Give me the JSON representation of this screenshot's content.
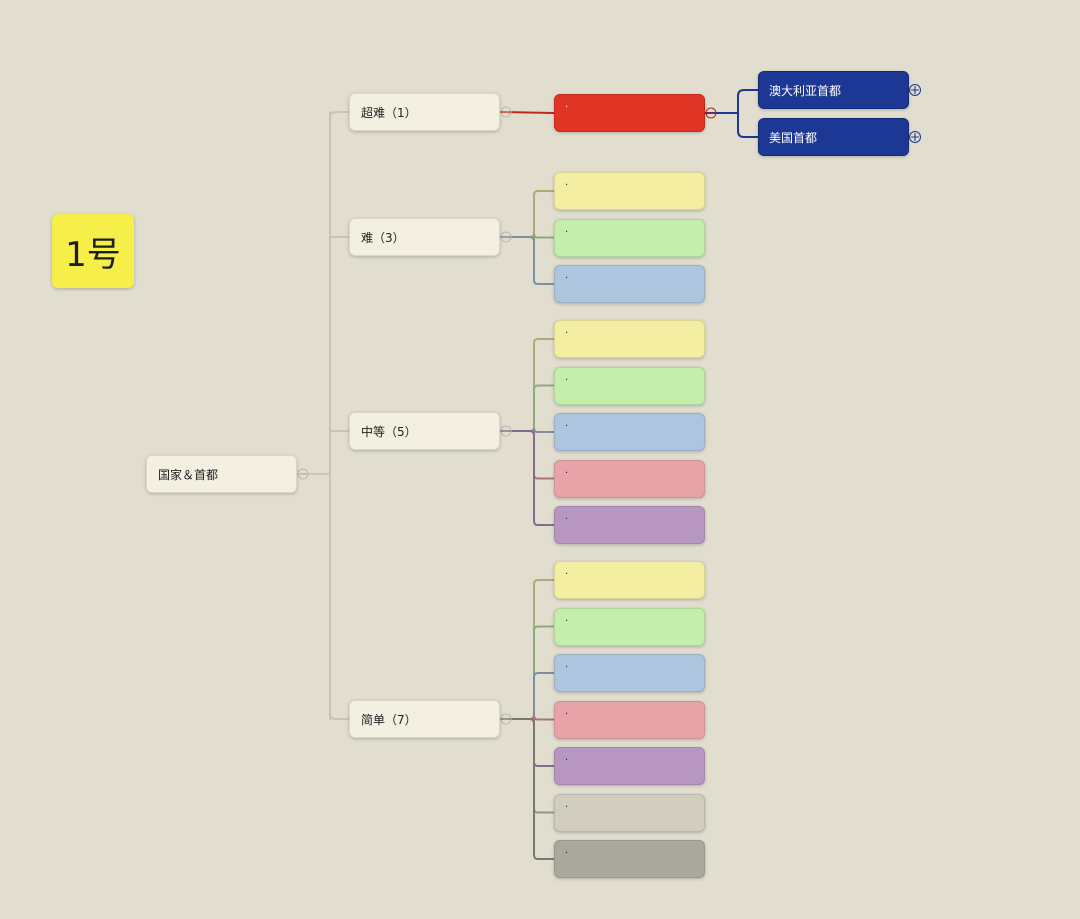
{
  "root": {
    "label": "国家＆首都"
  },
  "sticky_note": {
    "label": "1号"
  },
  "categories": [
    {
      "label": "超难（1）",
      "leaves": [
        {
          "label": "·",
          "color": "#e03524",
          "selected": true
        }
      ]
    },
    {
      "label": "难（3）",
      "leaves": [
        {
          "label": "·",
          "color": "#f4eea2"
        },
        {
          "label": "·",
          "color": "#c4eeac"
        },
        {
          "label": "·",
          "color": "#adc5de"
        }
      ]
    },
    {
      "label": "中等（5）",
      "leaves": [
        {
          "label": "·",
          "color": "#f4eea2"
        },
        {
          "label": "·",
          "color": "#c4eeac"
        },
        {
          "label": "·",
          "color": "#adc5de"
        },
        {
          "label": "·",
          "color": "#e8a3a8"
        },
        {
          "label": "·",
          "color": "#b796c2"
        }
      ]
    },
    {
      "label": "简单（7）",
      "leaves": [
        {
          "label": "·",
          "color": "#f4eea2"
        },
        {
          "label": "·",
          "color": "#c4eeac"
        },
        {
          "label": "·",
          "color": "#adc5de"
        },
        {
          "label": "·",
          "color": "#e8a3a8"
        },
        {
          "label": "·",
          "color": "#b796c2"
        },
        {
          "label": "·",
          "color": "#d0cdbf"
        },
        {
          "label": "·",
          "color": "#aaa89d"
        }
      ]
    }
  ],
  "capitals": [
    {
      "label": "澳大利亚首都"
    },
    {
      "label": "美国首都"
    }
  ],
  "colors": {
    "background": "#e1ddcf",
    "branch_node": "#f3efe1",
    "capital_node": "#1c3794",
    "sticky_note": "#f6ef4a",
    "main_connector": "#c9c5b5"
  }
}
